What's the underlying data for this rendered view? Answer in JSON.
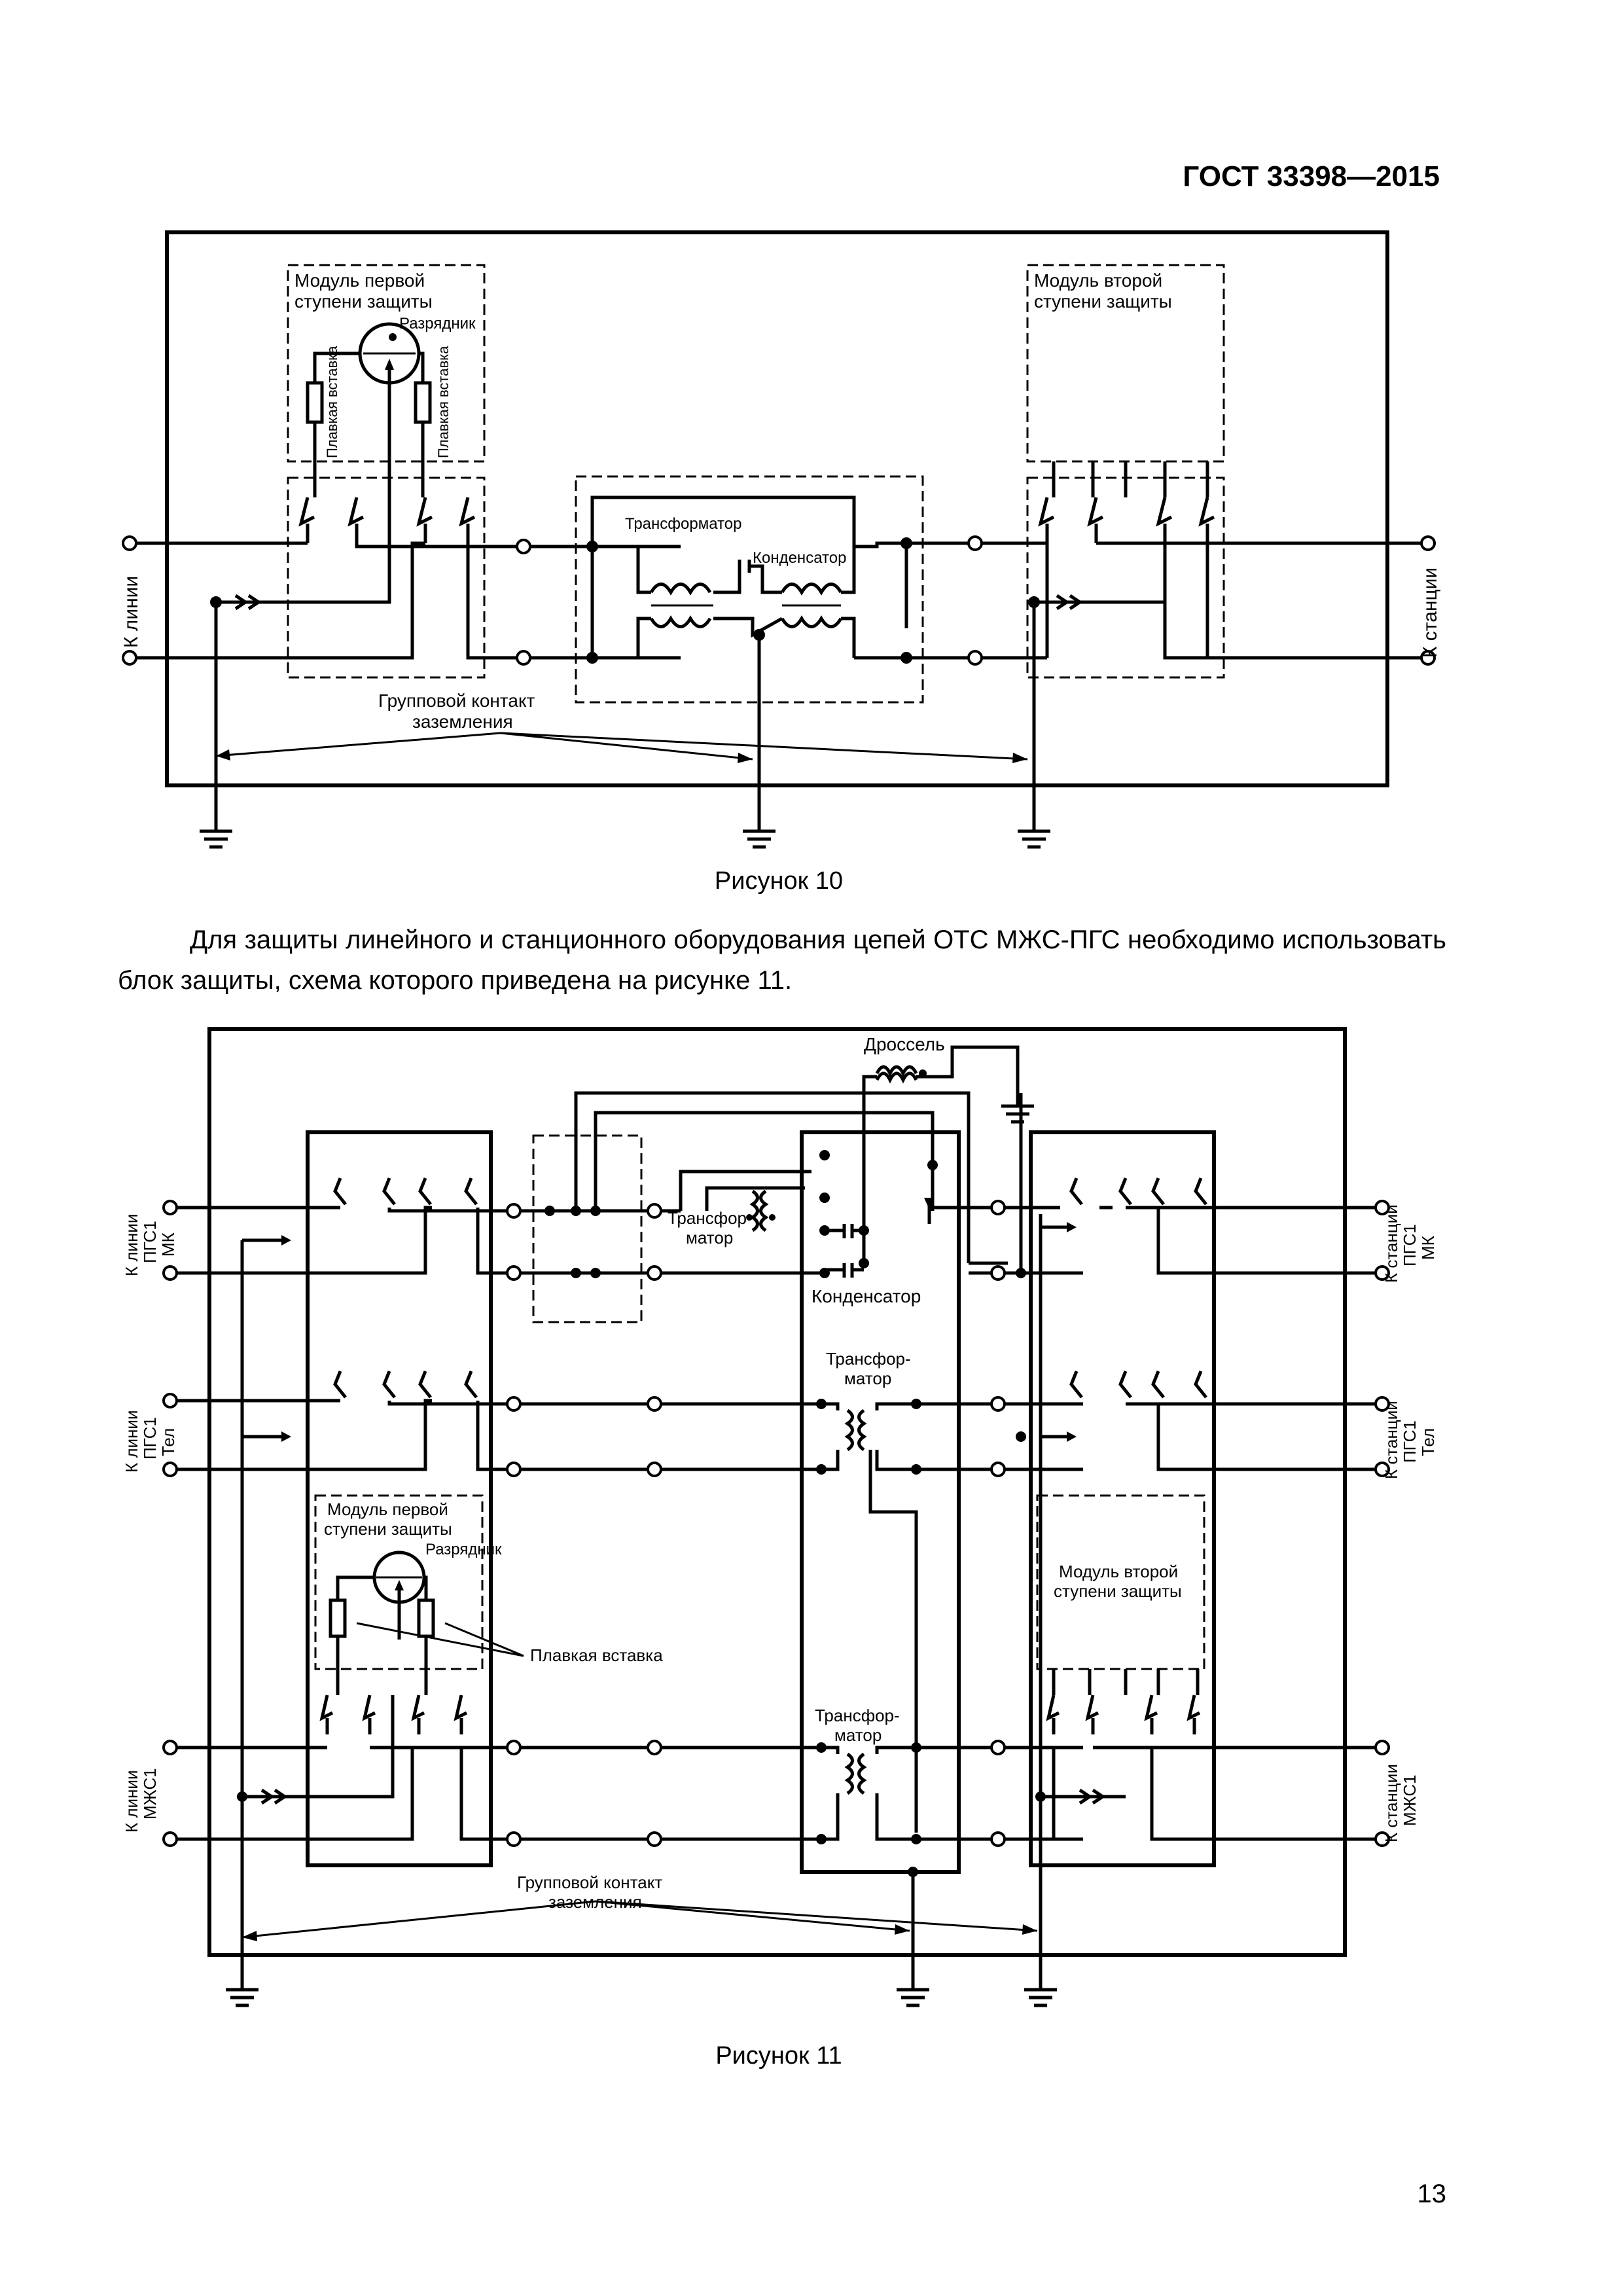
{
  "header": {
    "standard": "ГОСТ 33398—2015"
  },
  "figure10": {
    "caption": "Рисунок 10",
    "labels": {
      "to_line": "К линии",
      "to_station": "К станции",
      "module1": [
        "Модуль первой",
        "ступени защиты"
      ],
      "arrester": "Разрядник",
      "fuse": "Плавкая вставка",
      "transformer": "Трансформатор",
      "capacitor": "Конденсатор",
      "module2": [
        "Модуль второй",
        "ступени защиты"
      ],
      "ground_contact": [
        "Групповой контакт",
        "заземления"
      ]
    }
  },
  "paragraph": "Для защиты линейного и станционного оборудования цепей ОТС МЖС-ПГС необходимо использовать блок защиты, схема которого приведена на рисунке 11.",
  "figure11": {
    "caption": "Рисунок 11",
    "labels": {
      "line_pgs_mk": [
        "К линии",
        "ПГС1",
        "МК"
      ],
      "line_pgs_tel": [
        "К линии",
        "ПГС1",
        "Тел"
      ],
      "line_mzhs": [
        "К линии",
        "МЖС1"
      ],
      "station_pgs_mk": [
        "К станции",
        "ПГС1",
        "МК"
      ],
      "station_pgs_tel": [
        "К станции",
        "ПГС1",
        "Тел"
      ],
      "station_mzhs": [
        "К станции",
        "МЖС1"
      ],
      "choke": "Дроссель",
      "transformer_a": [
        "Трансфор-",
        "матор"
      ],
      "transformer_b": [
        "Трансфор-",
        "матор"
      ],
      "transformer_c": [
        "Трансфор-",
        "матор"
      ],
      "capacitor": "Конденсатор",
      "module1": [
        "Модуль первой",
        "ступени защиты"
      ],
      "arrester": "Разрядник",
      "fuse": "Плавкая вставка",
      "module2": [
        "Модуль второй",
        "ступени защиты"
      ],
      "ground_contact": [
        "Групповой контакт",
        "заземления"
      ]
    }
  },
  "page_number": "13"
}
